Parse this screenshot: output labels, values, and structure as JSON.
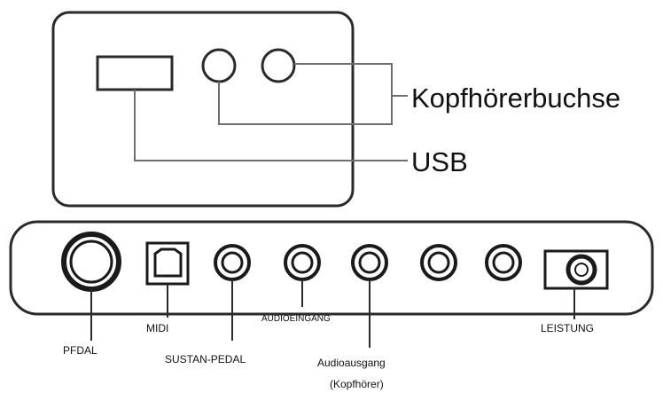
{
  "top_panel": {
    "labels": {
      "headphone": "Kopfhörerbuchse",
      "usb": "USB"
    }
  },
  "bottom_panel": {
    "labels": {
      "pedal": "PFDAL",
      "midi": "MIDI",
      "sustain": "SUSTAN-PEDAL",
      "audio_in": "AUDIOEINGANG",
      "audio_out": "Audioausgang",
      "audio_out_note": "(Kopfhörer)",
      "power": "LEISTUNG"
    }
  },
  "colors": {
    "outline": "#2a2a2a",
    "leader_line": "#6e6e6e",
    "text": "#111111"
  }
}
